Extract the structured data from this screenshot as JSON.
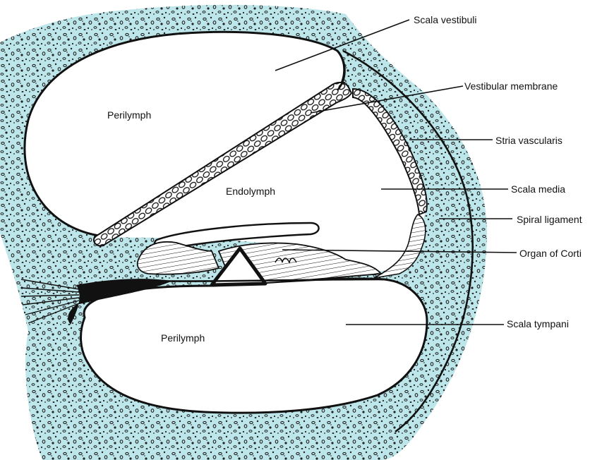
{
  "diagram": {
    "colors": {
      "bone": "#bde6ea",
      "speckle": "#222222",
      "line": "#111111",
      "background": "#ffffff"
    },
    "labels": {
      "scala_vestibuli": "Scala vestibuli",
      "vestibular_membrane": "Vestibular membrane",
      "stria_vascularis": "Stria vascularis",
      "scala_media": "Scala media",
      "spiral_ligament": "Spiral ligament",
      "organ_of_corti": "Organ of Corti",
      "scala_tympani": "Scala tympani",
      "perilymph_upper": "Perilymph",
      "endolymph": "Endolymph",
      "perilymph_lower": "Perilymph"
    }
  }
}
